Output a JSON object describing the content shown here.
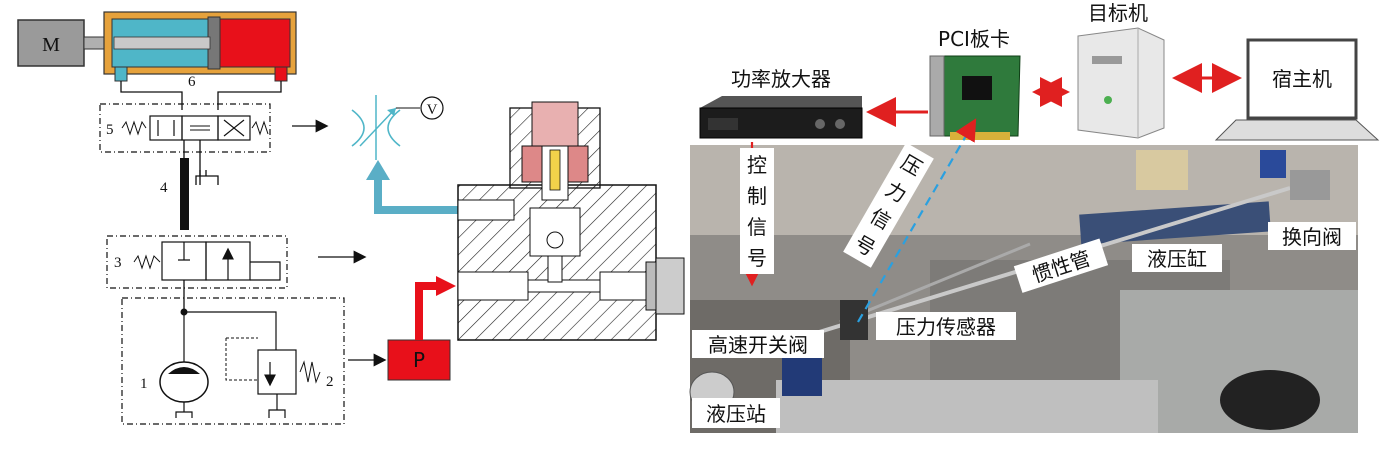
{
  "schematic": {
    "motor_label": "M",
    "numbers": {
      "n1": "1",
      "n2": "2",
      "n3": "3",
      "n4": "4",
      "n5": "5",
      "n6": "6"
    },
    "pressure_source_label": "P",
    "voltage_label": "V"
  },
  "hardware_chain": {
    "power_amp_label": "功率放大器",
    "pci_card_label": "PCI板卡",
    "target_pc_label": "目标机",
    "host_pc_label": "宿主机"
  },
  "photo": {
    "control_signal_chars": [
      "控",
      "制",
      "信",
      "号"
    ],
    "pressure_signal_chars": [
      "压",
      "力",
      "信",
      "号"
    ],
    "hs_valve_label": "高速开关阀",
    "pressure_sensor_label": "压力传感器",
    "inertia_tube_label": "惯性管",
    "cylinder_label": "液压缸",
    "reversing_valve_label": "换向阀",
    "station_label": "液压站"
  },
  "colors": {
    "cylinder_cyan": "#4fb6c8",
    "cylinder_red": "#e8101a",
    "housing_gold": "#e6a23c",
    "flow_arrow_blue": "#5aaec6",
    "pressure_red": "#e8101a",
    "signal_red": "#e02020",
    "signal_blue": "#2aa0e0"
  }
}
